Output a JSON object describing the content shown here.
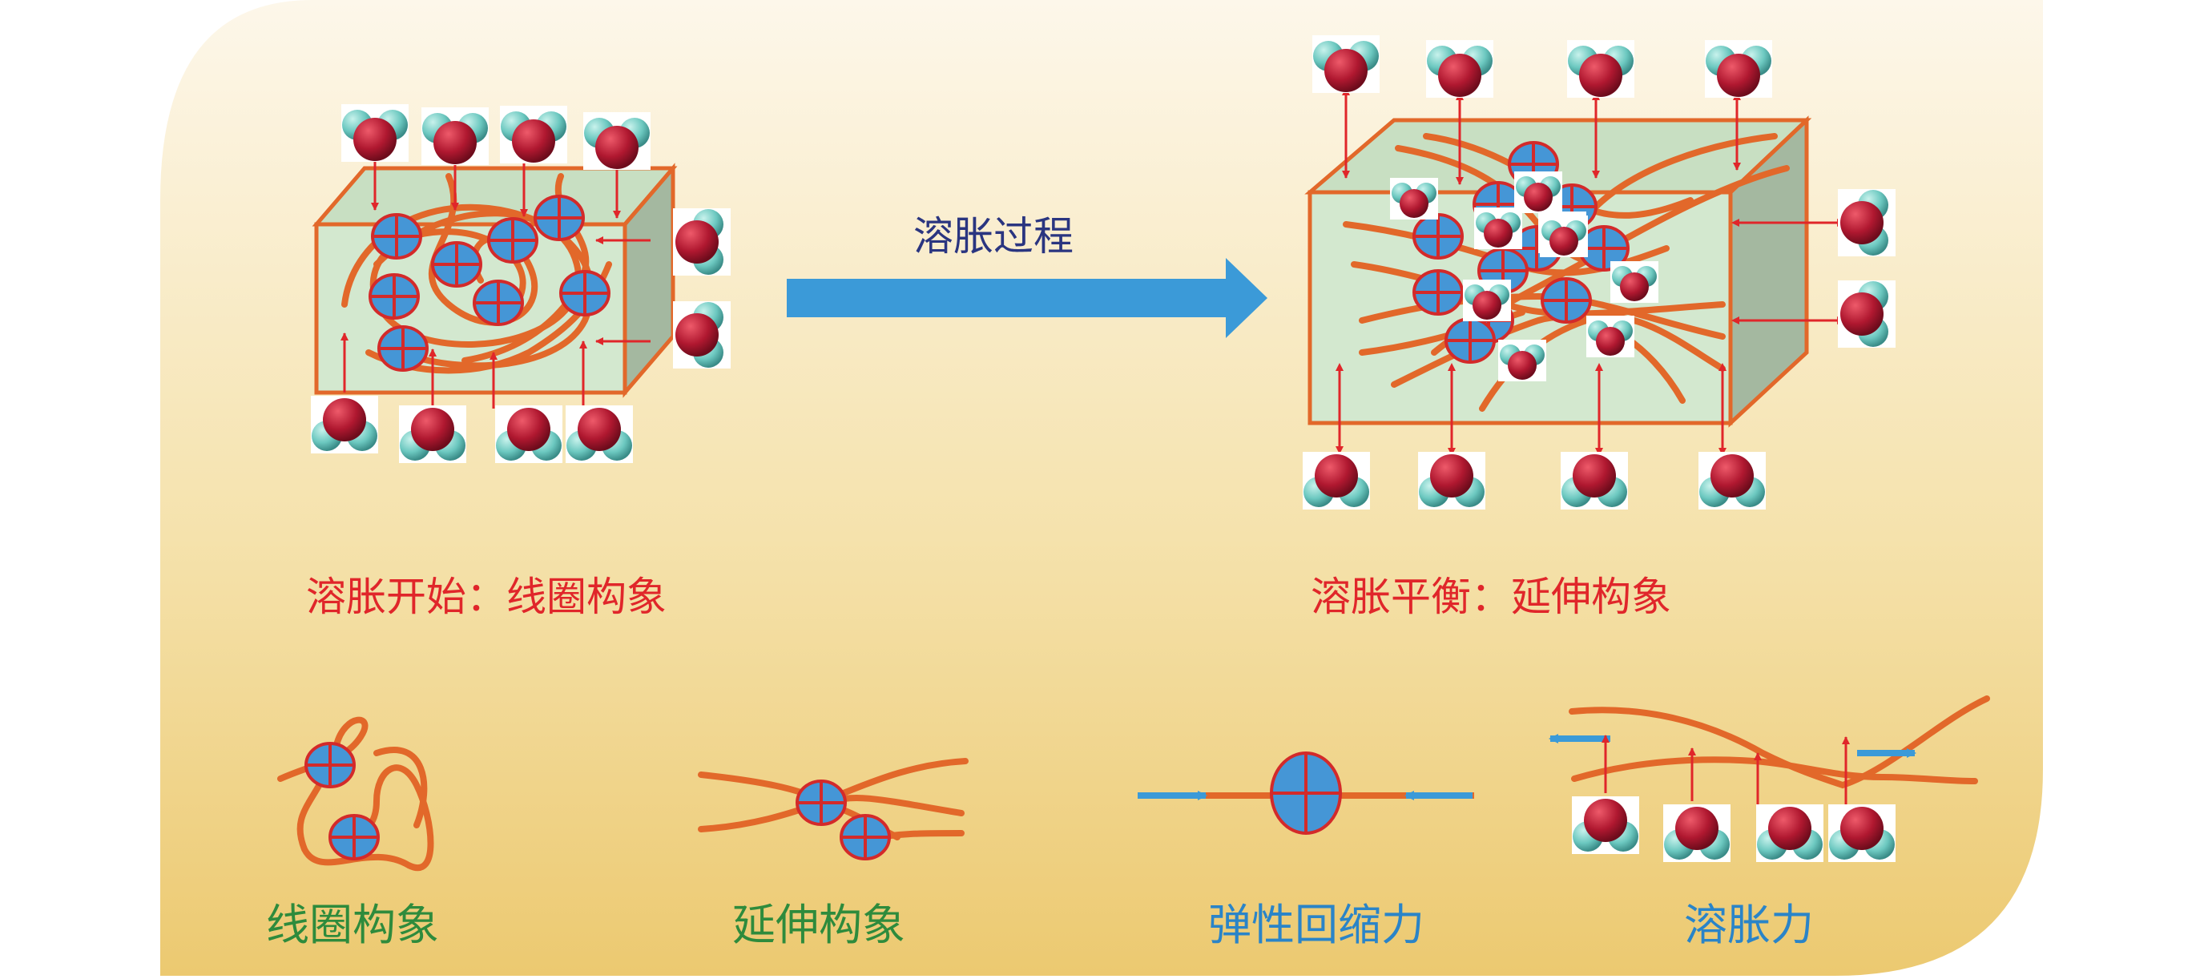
{
  "labels": {
    "process": "溶胀过程",
    "start": "溶胀开始：线圈构象",
    "equilibrium": "溶胀平衡：延伸构象",
    "coil": "线圈构象",
    "extended": "延伸构象",
    "elastic": "弹性回缩力",
    "swelling_force": "溶胀力"
  },
  "colors": {
    "background_top": "#fdf7ea",
    "background_bottom": "#ecc970",
    "block_face": "#d3e8cf",
    "block_side": "#a4b8a0",
    "chain": "#e2682a",
    "arrow_red": "#e0262a",
    "process_arrow": "#3b9ad8",
    "crosslink": "#4596d6",
    "oxygen": "#b01830",
    "hydrogen": "#6cc8c0"
  },
  "icons": [
    "water-molecule-icon",
    "crosslink-node-icon",
    "force-arrow-icon"
  ]
}
